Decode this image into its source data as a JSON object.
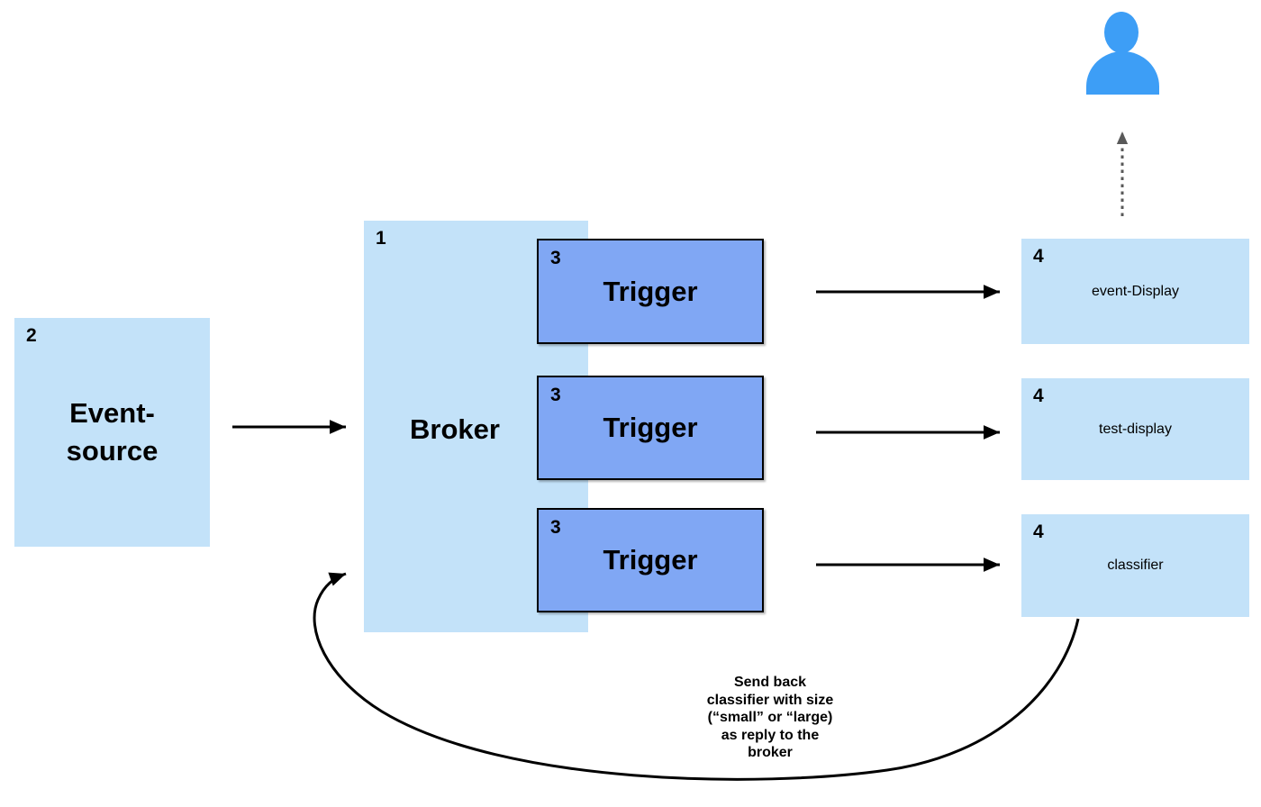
{
  "colors": {
    "light_box_fill": "#c3e2f9",
    "trigger_box_fill": "#80a7f4",
    "user_icon_fill": "#3d9ef6",
    "connector_color": "#000000",
    "dashed_connector_color": "#595959",
    "border_color": "#000000",
    "text_color": "#000000"
  },
  "nodes": {
    "event_source": {
      "badge": "2",
      "label": "Event-\nsource"
    },
    "broker": {
      "badge": "1",
      "label": "Broker"
    },
    "triggers": [
      {
        "badge": "3",
        "label": "Trigger"
      },
      {
        "badge": "3",
        "label": "Trigger"
      },
      {
        "badge": "3",
        "label": "Trigger"
      }
    ],
    "outputs": [
      {
        "badge": "4",
        "label": "event-Display"
      },
      {
        "badge": "4",
        "label": "test-display"
      },
      {
        "badge": "4",
        "label": "classifier"
      }
    ]
  },
  "annotation": {
    "text": "Send back\nclassifier with size\n(“small” or “large)\nas reply to the\nbroker"
  },
  "icons": {
    "user": "user-icon"
  },
  "edges": [
    {
      "from": "event-source",
      "to": "broker",
      "style": "solid-arrow"
    },
    {
      "from": "trigger-1",
      "to": "event-Display",
      "style": "solid-arrow"
    },
    {
      "from": "trigger-2",
      "to": "test-display",
      "style": "solid-arrow"
    },
    {
      "from": "trigger-3",
      "to": "classifier",
      "style": "solid-arrow"
    },
    {
      "from": "classifier",
      "to": "broker",
      "style": "curved-arrow"
    },
    {
      "from": "event-Display",
      "to": "user",
      "style": "dashed-arrow"
    }
  ]
}
